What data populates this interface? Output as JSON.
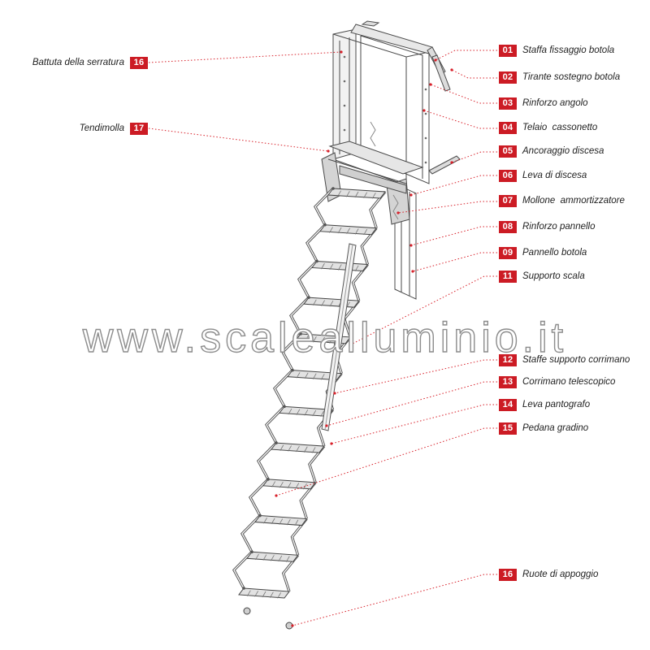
{
  "watermark": "www.scalealluminio.it",
  "colors": {
    "accent": "#cc1b24",
    "ink": "#1e1e1e",
    "leader": "#d8202a"
  },
  "labels_right": [
    {
      "num": "01",
      "text": "Staffa fissaggio botola"
    },
    {
      "num": "02",
      "text": "Tirante sostegno botola"
    },
    {
      "num": "03",
      "text": "Rinforzo angolo"
    },
    {
      "num": "04",
      "text": "Telaio  cassonetto"
    },
    {
      "num": "05",
      "text": "Ancoraggio discesa"
    },
    {
      "num": "06",
      "text": "Leva di discesa"
    },
    {
      "num": "07",
      "text": "Mollone  ammortizzatore"
    },
    {
      "num": "08",
      "text": "Rinforzo pannello"
    },
    {
      "num": "09",
      "text": "Pannello botola"
    },
    {
      "num": "11",
      "text": "Supporto scala"
    },
    {
      "num": "12",
      "text": "Staffe supporto corrimano"
    },
    {
      "num": "13",
      "text": "Corrimano telescopico"
    },
    {
      "num": "14",
      "text": "Leva pantografo"
    },
    {
      "num": "15",
      "text": "Pedana gradino"
    },
    {
      "num": "16",
      "text": "Ruote di appoggio"
    }
  ],
  "labels_left": [
    {
      "num": "16",
      "text": "Battuta della serratura"
    },
    {
      "num": "17",
      "text": "Tendimolla"
    }
  ]
}
